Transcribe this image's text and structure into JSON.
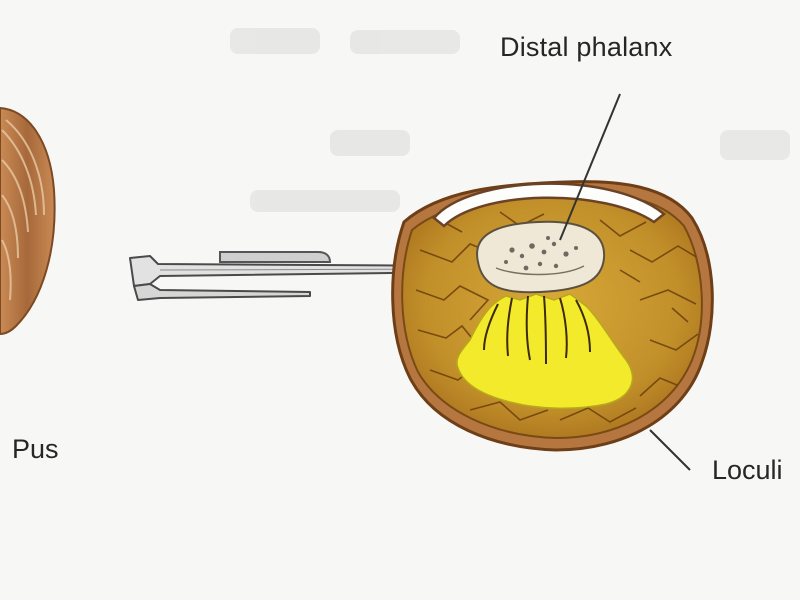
{
  "labels": {
    "distal_phalanx": "Distal phalanx",
    "pus": "Pus",
    "loculi": "Loculi"
  },
  "colors": {
    "background": "#f7f7f5",
    "pulp_tissue": "#c8962a",
    "pulp_dark": "#8a5a12",
    "pus": "#f2e82a",
    "nail": "#a66a38",
    "skin_rim": "#b87a46",
    "label_text": "#262626"
  }
}
